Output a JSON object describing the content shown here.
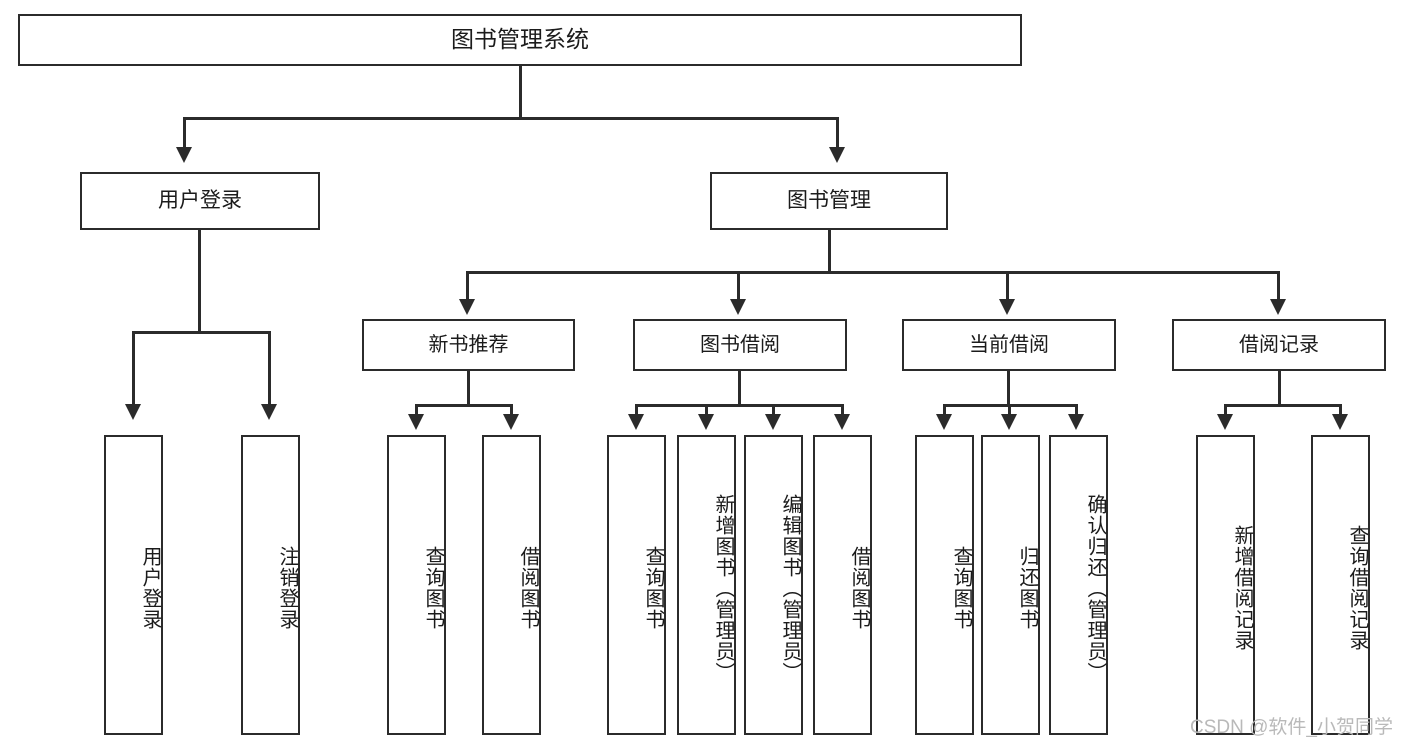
{
  "diagram": {
    "title": "图书管理系统",
    "type": "tree",
    "root": {
      "id": "root",
      "label": "图书管理系统"
    },
    "level1": [
      {
        "id": "user-login",
        "label": "用户登录"
      },
      {
        "id": "book-manage",
        "label": "图书管理"
      }
    ],
    "level2": [
      {
        "id": "new-book-recommend",
        "label": "新书推荐",
        "parent": "book-manage"
      },
      {
        "id": "book-borrow",
        "label": "图书借阅",
        "parent": "book-manage"
      },
      {
        "id": "current-borrow",
        "label": "当前借阅",
        "parent": "book-manage"
      },
      {
        "id": "borrow-record",
        "label": "借阅记录",
        "parent": "book-manage"
      }
    ],
    "leaves": {
      "user-login": [
        {
          "id": "leaf-user-login",
          "label": "用户登录"
        },
        {
          "id": "leaf-user-logout",
          "label": "注销登录"
        }
      ],
      "new-book-recommend": [
        {
          "id": "leaf-query-book-1",
          "label": "查询图书"
        },
        {
          "id": "leaf-borrow-book-1",
          "label": "借阅图书"
        }
      ],
      "book-borrow": [
        {
          "id": "leaf-query-book-2",
          "label": "查询图书"
        },
        {
          "id": "leaf-add-book",
          "label": "新增图书（管理员）"
        },
        {
          "id": "leaf-edit-book",
          "label": "编辑图书（管理员）"
        },
        {
          "id": "leaf-borrow-book-2",
          "label": "借阅图书"
        }
      ],
      "current-borrow": [
        {
          "id": "leaf-query-book-3",
          "label": "查询图书"
        },
        {
          "id": "leaf-return-book",
          "label": "归还图书"
        },
        {
          "id": "leaf-confirm-return",
          "label": "确认归还（管理员）"
        }
      ],
      "borrow-record": [
        {
          "id": "leaf-add-record",
          "label": "新增借阅记录"
        },
        {
          "id": "leaf-query-record",
          "label": "查询借阅记录"
        }
      ]
    }
  },
  "watermark": {
    "text": "CSDN @软件_小贺同学",
    "color": "#b9b9b9"
  },
  "style": {
    "line_color": "#2b2b2b",
    "box_fill": "#ffffff",
    "text_color": "#1b1b1b",
    "page_background": "#ffffff"
  }
}
